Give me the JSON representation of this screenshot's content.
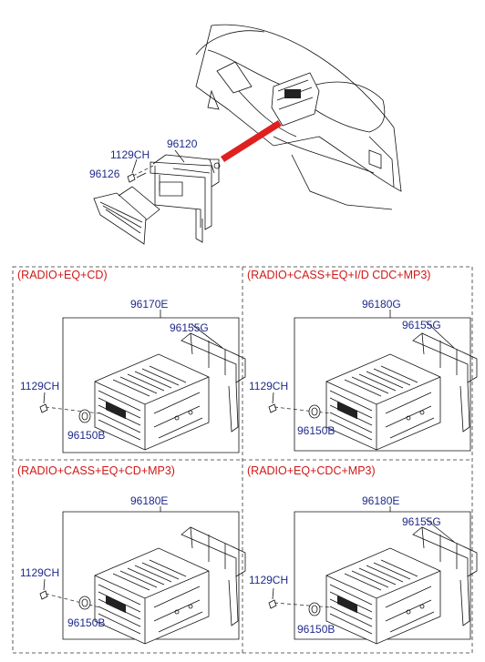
{
  "top": {
    "labels": {
      "bracket": "96120",
      "screw": "1129CH",
      "knob": "96126"
    },
    "arrow_color": "#e02020"
  },
  "panels": [
    {
      "caption": "(RADIO+EQ+CD)",
      "unit": "96170E",
      "bracket": "96155G",
      "screw": "1129CH",
      "knob": "96150B"
    },
    {
      "caption": "(RADIO+CASS+EQ+I/D CDC+MP3)",
      "unit": "96180G",
      "bracket": "96155G",
      "screw": "1129CH",
      "knob": "96150B"
    },
    {
      "caption": "(RADIO+CASS+EQ+CD+MP3)",
      "unit": "96180E",
      "bracket": "",
      "screw": "1129CH",
      "knob": "96150B"
    },
    {
      "caption": "(RADIO+EQ+CDC+MP3)",
      "unit": "96180E",
      "bracket": "96155G",
      "screw": "1129CH",
      "knob": "96150B"
    }
  ],
  "colors": {
    "caption": "#d01818",
    "label": "#1f2a8a",
    "line": "#111111"
  }
}
